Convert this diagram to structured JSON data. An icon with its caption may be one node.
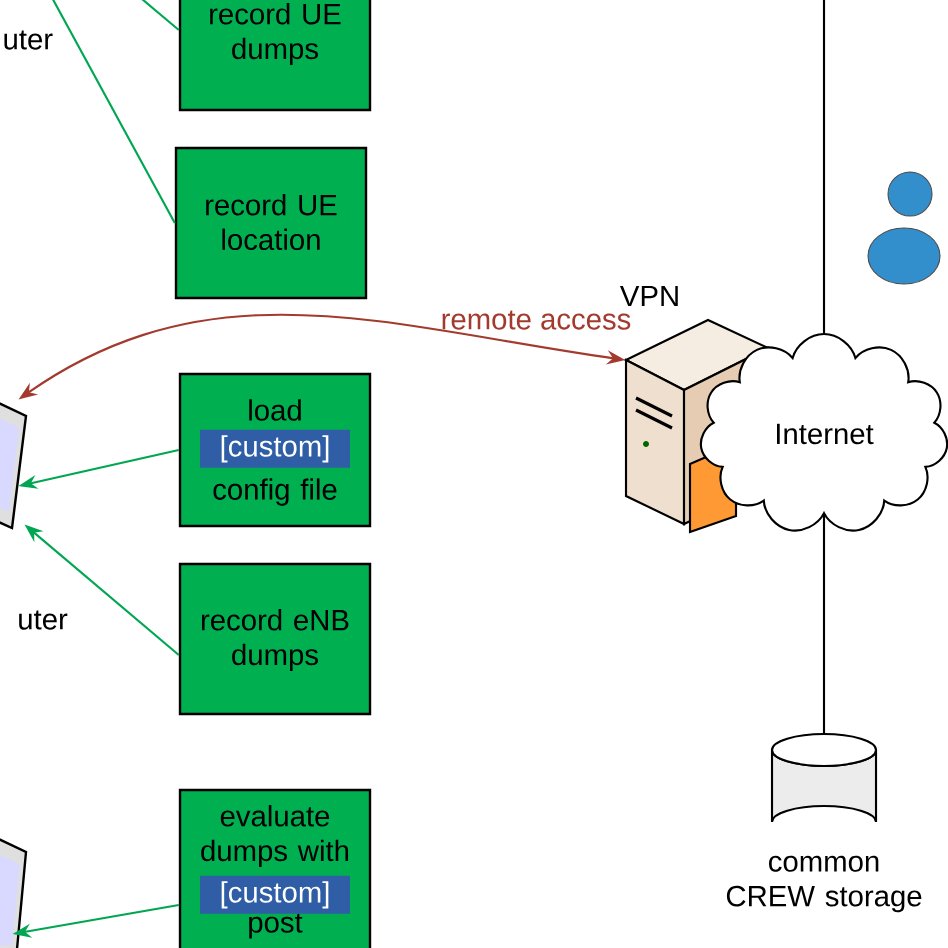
{
  "diagram": {
    "nodes": [
      {
        "text": [
          "record UE dumps"
        ]
      },
      {
        "text": [
          "record UE location"
        ]
      },
      {
        "text": [],
        "shape": "picture",
        "beside": [
          "uter"
        ]
      },
      {
        "text": [
          "load",
          "config file"
        ]
      },
      {
        "text": [
          "[custom]"
        ],
        "in": 3
      },
      {
        "text": [
          "record eNB dumps"
        ]
      },
      {
        "text": [],
        "shape": "picture"
      },
      {
        "text": [
          "evaluate dumps with",
          "post"
        ]
      },
      {
        "text": [
          "[custom]"
        ],
        "in": 7
      },
      {
        "text": [],
        "shape": "picture",
        "beside": [
          "VPN"
        ]
      },
      {
        "text": [
          "Internet"
        ]
      },
      {
        "text": [],
        "shape": "cylinder",
        "beside": [
          "common CREW storage"
        ]
      }
    ],
    "edges": [
      {
        "from": 0,
        "to": null,
        "arrow": "none",
        "color": "#00a651"
      },
      {
        "from": 1,
        "to": null,
        "arrow": "none",
        "color": "#00a651"
      },
      {
        "from": 9,
        "to": 2,
        "arrow": "both",
        "label": "remote access",
        "color": "#a33a2e"
      },
      {
        "from": 3,
        "to": 2,
        "arrow": "to",
        "color": "#00a651"
      },
      {
        "from": 5,
        "to": 2,
        "arrow": "to",
        "color": "#00a651"
      },
      {
        "from": 7,
        "to": 6,
        "arrow": "to",
        "color": "#00a651"
      },
      {
        "from": null,
        "to": 10,
        "arrow": "none",
        "color": "#000000"
      },
      {
        "from": 10,
        "to": 11,
        "arrow": "none",
        "color": "#000000"
      }
    ],
    "labels": [
      "uter"
    ]
  }
}
